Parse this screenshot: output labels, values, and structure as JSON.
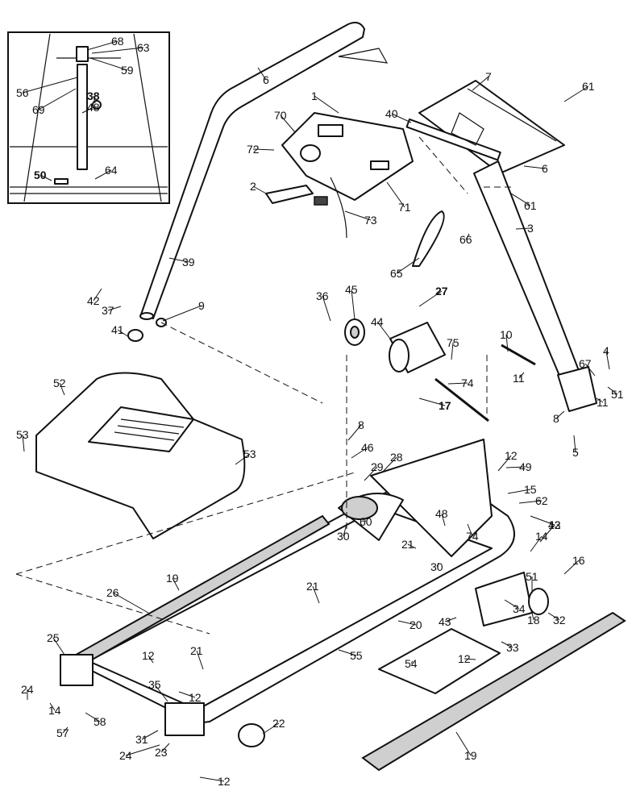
{
  "diagram": {
    "type": "exploded-parts-diagram",
    "callouts": [
      "1",
      "2",
      "3",
      "4",
      "5",
      "6",
      "7",
      "8",
      "9",
      "10",
      "11",
      "12",
      "13",
      "14",
      "15",
      "16",
      "17",
      "18",
      "19",
      "20",
      "21",
      "22",
      "23",
      "24",
      "25",
      "26",
      "27",
      "28",
      "29",
      "30",
      "31",
      "32",
      "33",
      "34",
      "35",
      "36",
      "37",
      "38",
      "39",
      "40",
      "41",
      "42",
      "43",
      "44",
      "45",
      "46",
      "48",
      "49",
      "50",
      "51",
      "52",
      "53",
      "54",
      "55",
      "56",
      "57",
      "58",
      "59",
      "60",
      "61",
      "62",
      "63",
      "64",
      "65",
      "66",
      "67",
      "68",
      "69",
      "70",
      "71",
      "72",
      "73",
      "74",
      "75"
    ]
  }
}
